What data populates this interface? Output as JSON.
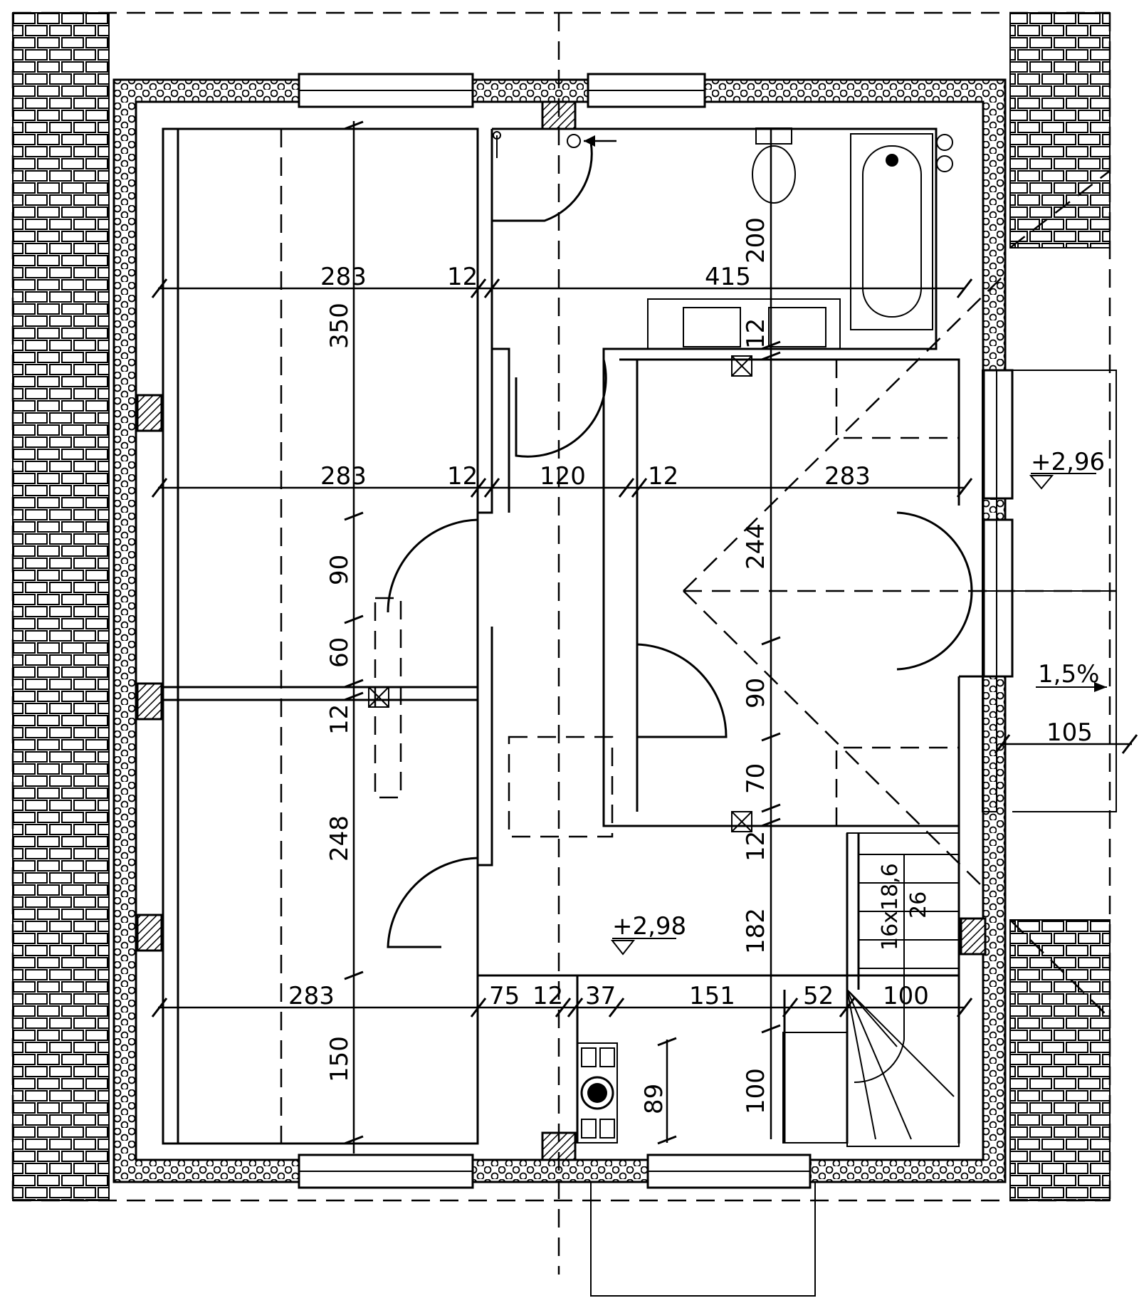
{
  "dimensions": {
    "upper_row": [
      "283",
      "12",
      "415"
    ],
    "middle_row": [
      "283",
      "12",
      "120",
      "12",
      "283"
    ],
    "lower_row": [
      "283",
      "75",
      "12",
      "37",
      "151",
      "52",
      "100"
    ],
    "left_vertical": [
      "350",
      "90",
      "60",
      "12",
      "248",
      "150"
    ],
    "center_vertical": [
      "200",
      "12",
      "244",
      "90",
      "70",
      "12",
      "182",
      "100"
    ],
    "kitchen_vertical": "89",
    "balcony_depth": "105"
  },
  "stairs": {
    "steps": "16x18,6",
    "going": "26"
  },
  "levels": {
    "balcony": "+2,96",
    "hall": "+2,98"
  },
  "slope": "1,5%"
}
